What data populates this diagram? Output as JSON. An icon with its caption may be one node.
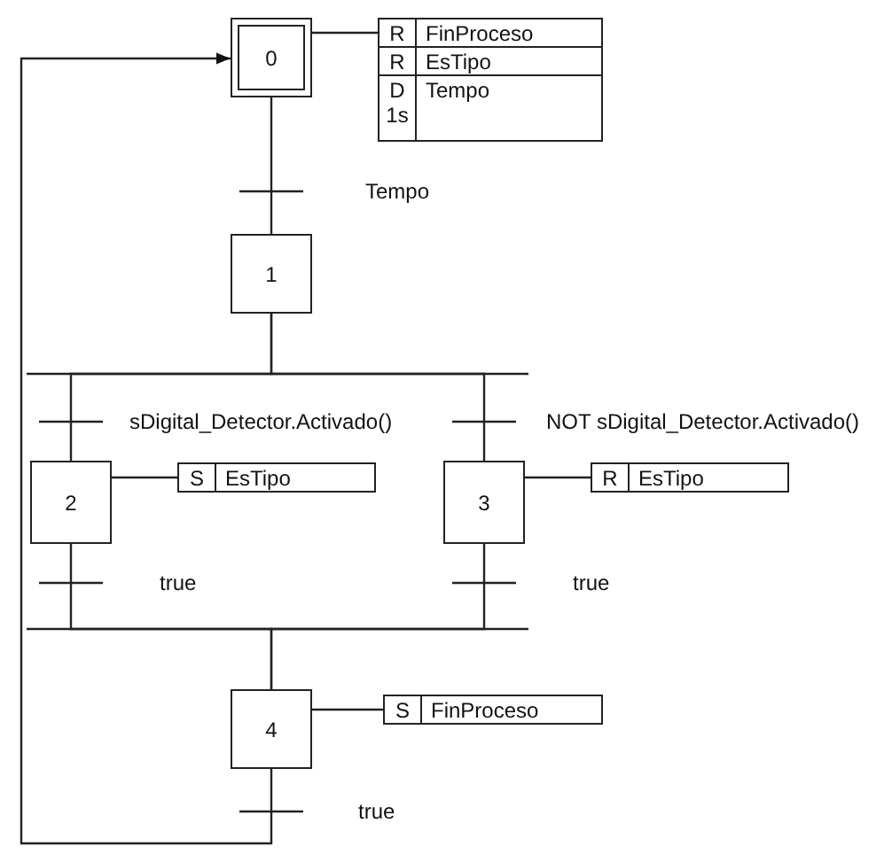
{
  "diagram": {
    "nodes": [
      {
        "text": [
          "0"
        ]
      },
      {
        "text": [
          "R",
          "FinProceso"
        ]
      },
      {
        "text": [
          "R",
          "EsTipo"
        ]
      },
      {
        "text": [
          "D 1s",
          "Tempo"
        ]
      },
      {
        "text": [
          "1"
        ]
      },
      {
        "text": [
          "2"
        ]
      },
      {
        "text": [
          "S",
          "EsTipo"
        ]
      },
      {
        "text": [
          "3"
        ]
      },
      {
        "text": [
          "R",
          "EsTipo"
        ]
      },
      {
        "text": [
          "4"
        ]
      },
      {
        "text": [
          "S",
          "FinProceso"
        ]
      }
    ],
    "edges": [
      {
        "from": 0,
        "to": 4,
        "arrow": "none",
        "label": "Tempo"
      },
      {
        "from": 4,
        "to": 5,
        "arrow": "none",
        "label": "sDigital_Detector.Activado()"
      },
      {
        "from": 4,
        "to": 7,
        "arrow": "none",
        "label": "NOT sDigital_Detector.Activado()"
      },
      {
        "from": 5,
        "to": 9,
        "arrow": "none",
        "label": "true"
      },
      {
        "from": 7,
        "to": 9,
        "arrow": "none",
        "label": "true"
      },
      {
        "from": 9,
        "to": 0,
        "arrow": "to",
        "label": "true"
      },
      {
        "from": 0,
        "to": 1,
        "arrow": "none"
      },
      {
        "from": 5,
        "to": 6,
        "arrow": "none"
      },
      {
        "from": 7,
        "to": 8,
        "arrow": "none"
      },
      {
        "from": 9,
        "to": 10,
        "arrow": "none"
      }
    ]
  }
}
